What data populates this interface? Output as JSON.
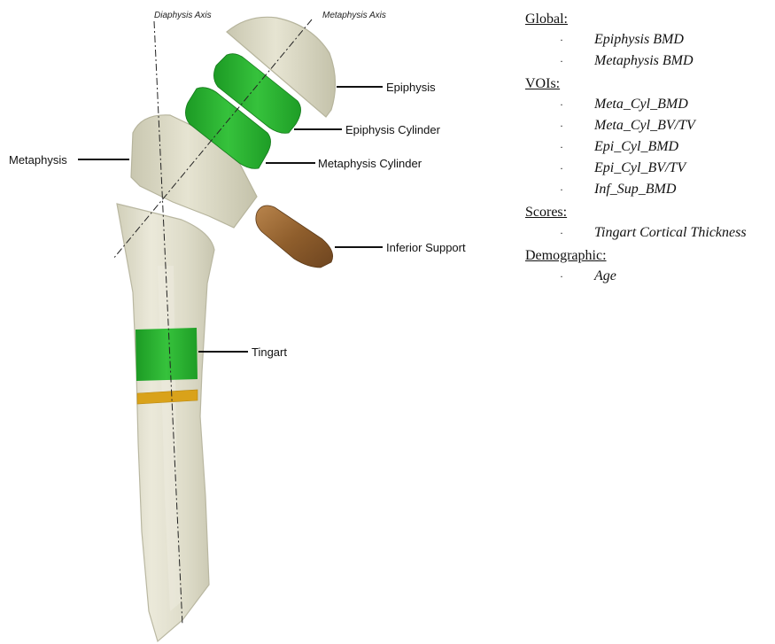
{
  "axes": {
    "diaphysis": "Diaphysis Axis",
    "metaphysis": "Metaphysis Axis"
  },
  "callouts": {
    "epiphysis": "Epiphysis",
    "epiphysis_cylinder": "Epiphysis Cylinder",
    "metaphysis": "Metaphysis",
    "metaphysis_cylinder": "Metaphysis Cylinder",
    "inferior_support": "Inferior Support",
    "tingart": "Tingart"
  },
  "legend": [
    {
      "category": "Global:",
      "items": [
        "Epiphysis BMD",
        "Metaphysis BMD"
      ]
    },
    {
      "category": "VOIs:",
      "items": [
        "Meta_Cyl_BMD",
        "Meta_Cyl_BV/TV",
        "Epi_Cyl_BMD",
        "Epi_Cyl_BV/TV",
        "Inf_Sup_BMD"
      ]
    },
    {
      "category": "Scores:",
      "items": [
        "Tingart Cortical Thickness"
      ]
    },
    {
      "category": "Demographic:",
      "items": [
        "Age"
      ]
    }
  ],
  "colors": {
    "bone": "#d8d6c0",
    "bone_edge": "#b9b7a0",
    "cylinder_green": "#22a82a",
    "inferior_support": "#9c6a35",
    "cortical_band": "#d9a21a"
  }
}
